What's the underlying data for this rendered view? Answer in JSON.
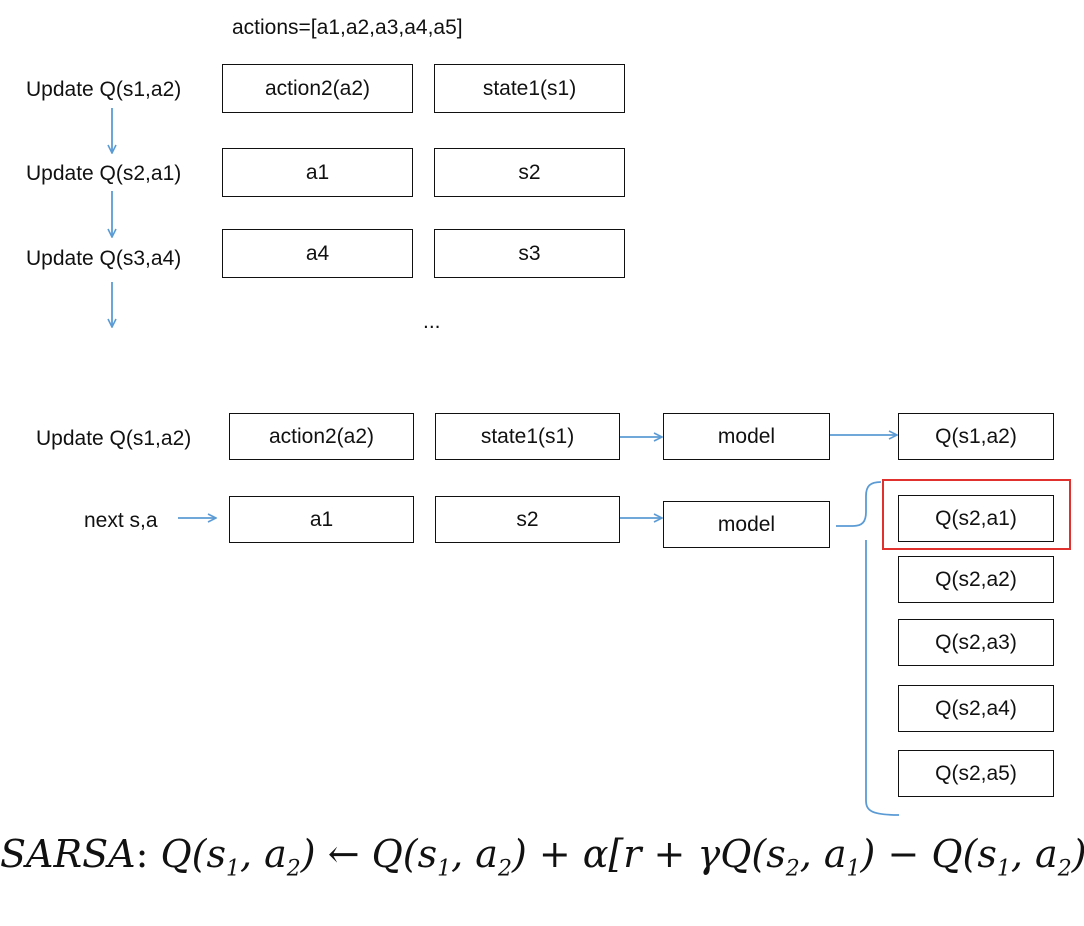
{
  "actions_list": "actions=[a1,a2,a3,a4,a5]",
  "top_rows": [
    {
      "label": "Update Q(s1,a2)",
      "action": "action2(a2)",
      "state": "state1(s1)"
    },
    {
      "label": "Update Q(s2,a1)",
      "action": "a1",
      "state": "s2"
    },
    {
      "label": "Update Q(s3,a4)",
      "action": "a4",
      "state": "s3"
    }
  ],
  "ellipsis": "...",
  "bottom": {
    "row1": {
      "label": "Update Q(s1,a2)",
      "action": "action2(a2)",
      "state": "state1(s1)",
      "model": "model",
      "output": "Q(s1,a2)"
    },
    "row2": {
      "label": "next s,a",
      "action": "a1",
      "state": "s2",
      "model": "model"
    },
    "q_values": [
      "Q(s2,a1)",
      "Q(s2,a2)",
      "Q(s2,a3)",
      "Q(s2,a4)",
      "Q(s2,a5)"
    ],
    "selected_q": "Q(s2,a1)"
  },
  "formula": {
    "lhs_name": "SARSA",
    "lhs_var_s": "s",
    "lhs_sub_s": "1",
    "lhs_var_a": "a",
    "lhs_sub_a": "2",
    "arrow": "←",
    "rhs_s1": "s",
    "rhs_s1_sub": "1",
    "rhs_a2": "a",
    "rhs_a2_sub": "2",
    "alpha": "α",
    "gamma": "γ",
    "r": "r",
    "n_s2": "s",
    "n_s2_sub": "2",
    "n_a1": "a",
    "n_a1_sub": "1",
    "m_s1": "s",
    "m_s1_sub": "1",
    "m_a2": "a",
    "m_a2_sub": "2"
  },
  "colors": {
    "arrow": "#5b9bd5",
    "highlight": "#e0312f",
    "box_border": "#111111"
  }
}
